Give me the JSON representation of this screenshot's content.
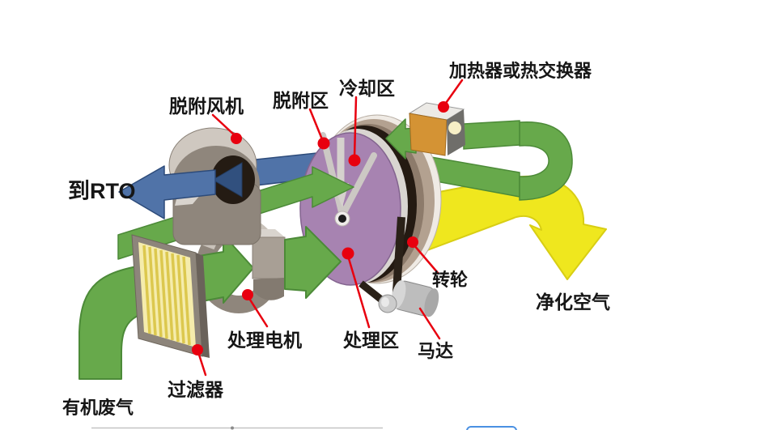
{
  "diagram": {
    "labels": {
      "heater": "加热器或热交换器",
      "desorption_fan": "脱附风机",
      "desorption_zone": "脱附区",
      "cooling_zone": "冷却区",
      "to_rto": "到RTO",
      "rotor_wheel": "转轮",
      "purified_air": "净化空气",
      "process_motor": "处理电机",
      "process_zone": "处理区",
      "motor": "马达",
      "filter": "过滤器",
      "organic_waste_gas": "有机废气"
    },
    "colors": {
      "process_air_green": "#67a94b",
      "desorption_blue": "#5073a8",
      "clean_air_yellow": "#efe71e",
      "rotor_face_purple": "#a783b1",
      "rotor_rim_tan": "#b3a190",
      "heater_orange": "#d49334",
      "leader_red": "#e8000f"
    }
  }
}
